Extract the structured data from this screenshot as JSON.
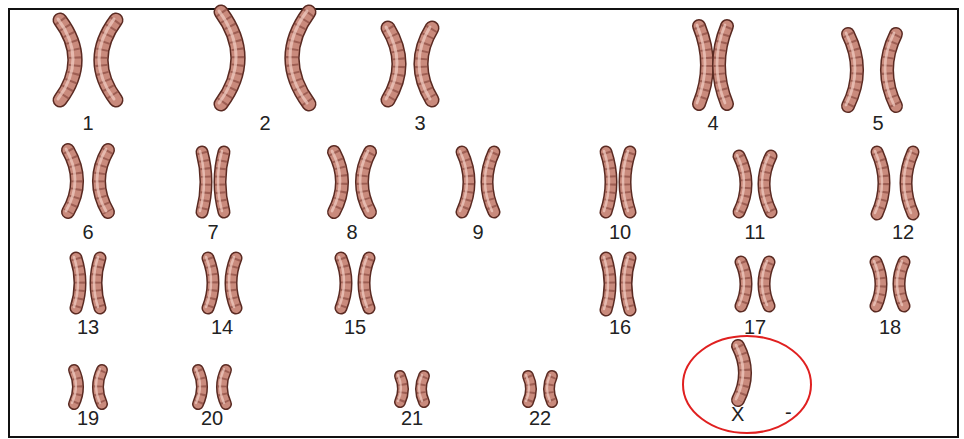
{
  "diagram": {
    "nodes": [
      {
        "text": [
          "X",
          "-"
        ]
      }
    ],
    "labels": [
      "1",
      "2",
      "3",
      "4",
      "5",
      "6",
      "7",
      "8",
      "9",
      "10",
      "11",
      "12",
      "13",
      "14",
      "15",
      "16",
      "17",
      "18",
      "19",
      "20",
      "21",
      "22"
    ]
  }
}
